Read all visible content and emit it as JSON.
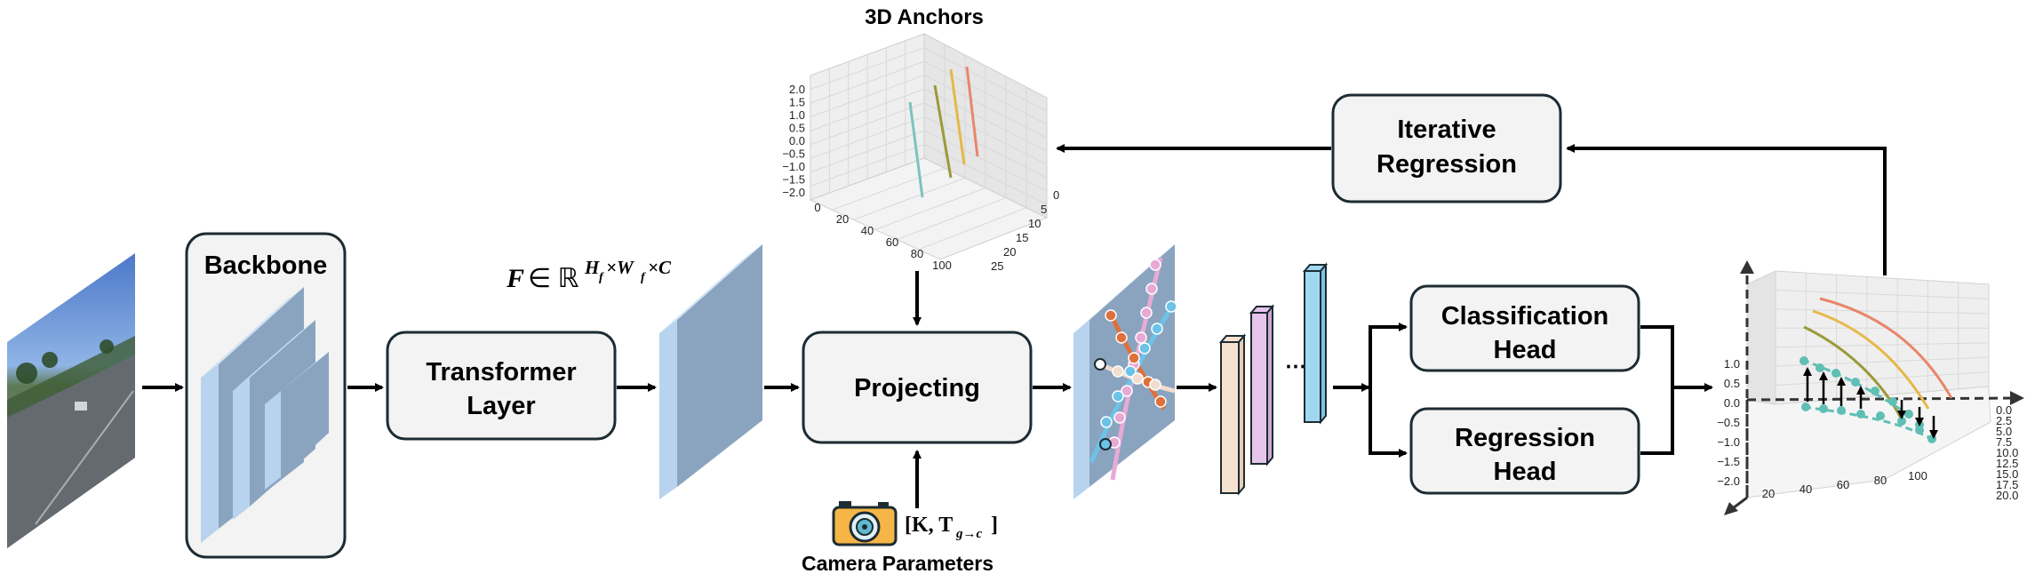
{
  "labels": {
    "backbone": "Backbone",
    "transformer_line1": "Transformer",
    "transformer_line2": "Layer",
    "projecting": "Projecting",
    "classification_line1": "Classification",
    "classification_line2": "Head",
    "regression_head_line1": "Regression",
    "regression_head_line2": "Head",
    "iterative_line1": "Iterative",
    "iterative_line2": "Regression",
    "anchors_title": "3D Anchors",
    "camera_params": "Camera Parameters",
    "camera_math": "[K, T",
    "camera_math_sub": "g→c",
    "camera_math_close": "]",
    "feature_F": "F",
    "feature_in": "∈ ℝ",
    "feature_exp": "H",
    "feature_exp_sub_f1": "f",
    "feature_exp_mid": "×W",
    "feature_exp_sub_f2": "f",
    "feature_exp_end": "×C",
    "ellipsis": "⋯"
  },
  "anchors_axes": {
    "z_ticks": [
      "2.0",
      "1.5",
      "1.0",
      "0.5",
      "0.0",
      "−0.5",
      "−1.0",
      "−1.5",
      "−2.0"
    ],
    "x_ticks": [
      "0",
      "20",
      "40",
      "60",
      "80",
      "100"
    ],
    "y_ticks": [
      "0",
      "5",
      "10",
      "15",
      "20",
      "25"
    ]
  },
  "output_axes": {
    "z_ticks": [
      "1.0",
      "0.5",
      "0.0",
      "−0.5",
      "−1.0",
      "−1.5",
      "−2.0"
    ],
    "x_ticks": [
      "20",
      "40",
      "60",
      "80",
      "100"
    ],
    "y_ticks": [
      "0.0",
      "2.5",
      "5.0",
      "7.5",
      "10.0",
      "12.5",
      "15.0",
      "17.5",
      "20.0"
    ]
  },
  "colors": {
    "box_fill": "#f2f3f2",
    "box_stroke": "#1d2b33",
    "feature_front": "#8aa4c0",
    "feature_side": "#b7d3ee",
    "lane_orange": "#e0703a",
    "lane_pink": "#e9a9d5",
    "lane_blue": "#6cc3e8",
    "teal": "#5fbfb5",
    "anchor_red": "#e8866a",
    "anchor_yellow": "#e6b84a",
    "anchor_olive": "#9a9a3a",
    "anchor_teal": "#7dc3bd"
  }
}
